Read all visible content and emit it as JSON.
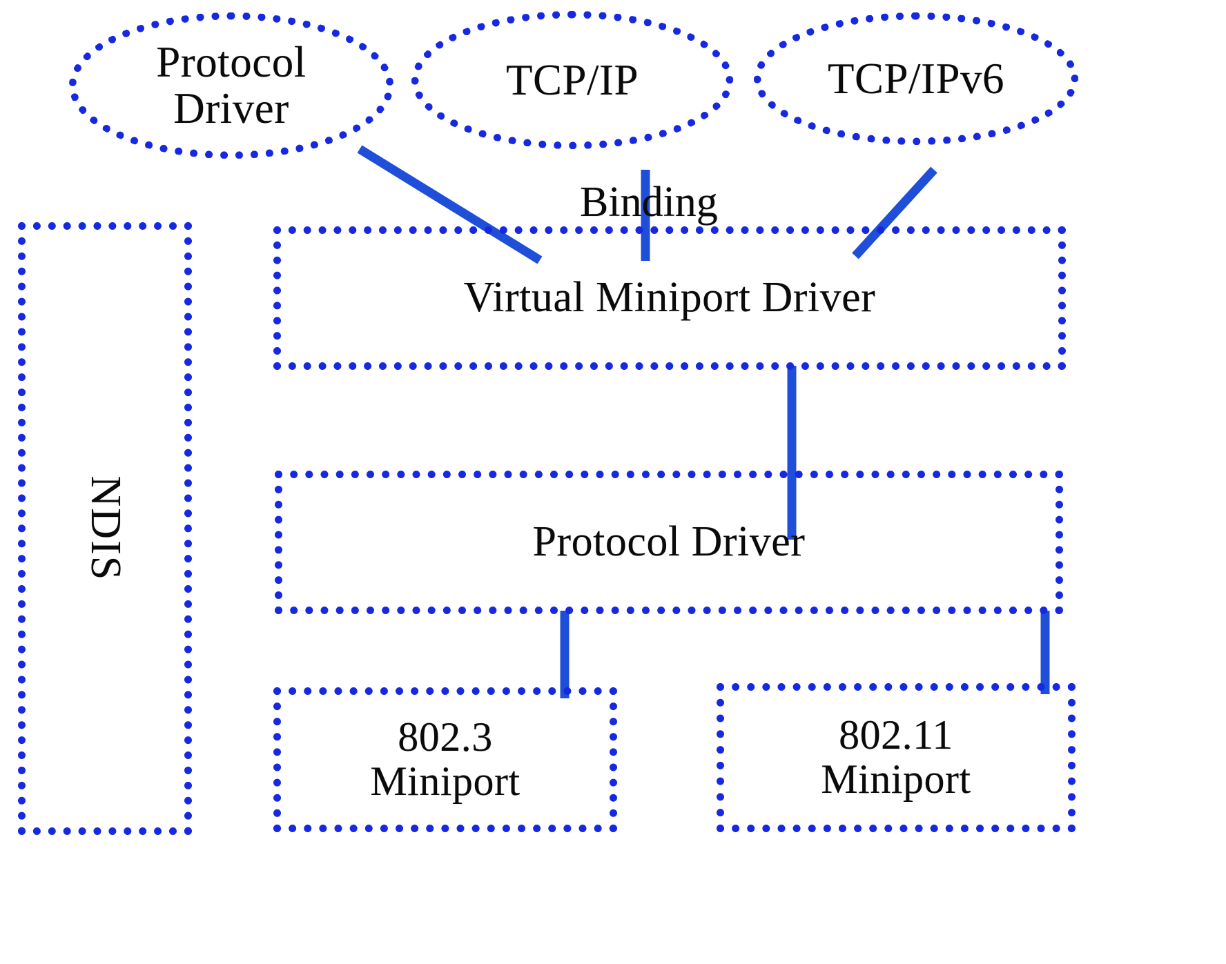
{
  "diagram": {
    "title": "NDIS Virtual Miniport Driver Architecture",
    "background_color": "#ffffff",
    "accent_color": "#1628e0",
    "text_color": "#0a0a0a",
    "connector_color": "#1f4fd8"
  },
  "ellipses": [
    {
      "id": "protocol-driver",
      "label": "Protocol\nDriver"
    },
    {
      "id": "tcpip",
      "label": "TCP/IP"
    },
    {
      "id": "tcpipv6",
      "label": "TCP/IPv6"
    }
  ],
  "boxes": [
    {
      "id": "ndis",
      "label": "NDIS"
    },
    {
      "id": "virtual-miniport-driver",
      "label": "Virtual Miniport Driver"
    },
    {
      "id": "protocol-driver",
      "label": "Protocol Driver"
    },
    {
      "id": "miniport-8023",
      "label": "802.3\nMiniport"
    },
    {
      "id": "miniport-80211",
      "label": "802.11\nMiniport"
    }
  ],
  "annotations": {
    "binding": "Binding"
  },
  "connectors": [
    {
      "id": "protocol-driver-to-virtual-miniport",
      "from": "protocol-driver-ellipse",
      "to": "virtual-miniport-driver",
      "type": "diagonal"
    },
    {
      "id": "tcpip-to-virtual-miniport",
      "from": "tcpip-ellipse",
      "to": "virtual-miniport-driver",
      "type": "vertical"
    },
    {
      "id": "tcpipv6-to-virtual-miniport",
      "from": "tcpipv6-ellipse",
      "to": "virtual-miniport-driver",
      "type": "diagonal"
    },
    {
      "id": "virtual-miniport-to-protocol-driver",
      "from": "virtual-miniport-driver",
      "to": "protocol-driver-box",
      "type": "vertical"
    },
    {
      "id": "protocol-driver-to-miniport-8023",
      "from": "protocol-driver-box",
      "to": "miniport-8023",
      "type": "vertical"
    },
    {
      "id": "protocol-driver-to-miniport-80211",
      "from": "protocol-driver-box",
      "to": "miniport-80211",
      "type": "vertical"
    }
  ]
}
